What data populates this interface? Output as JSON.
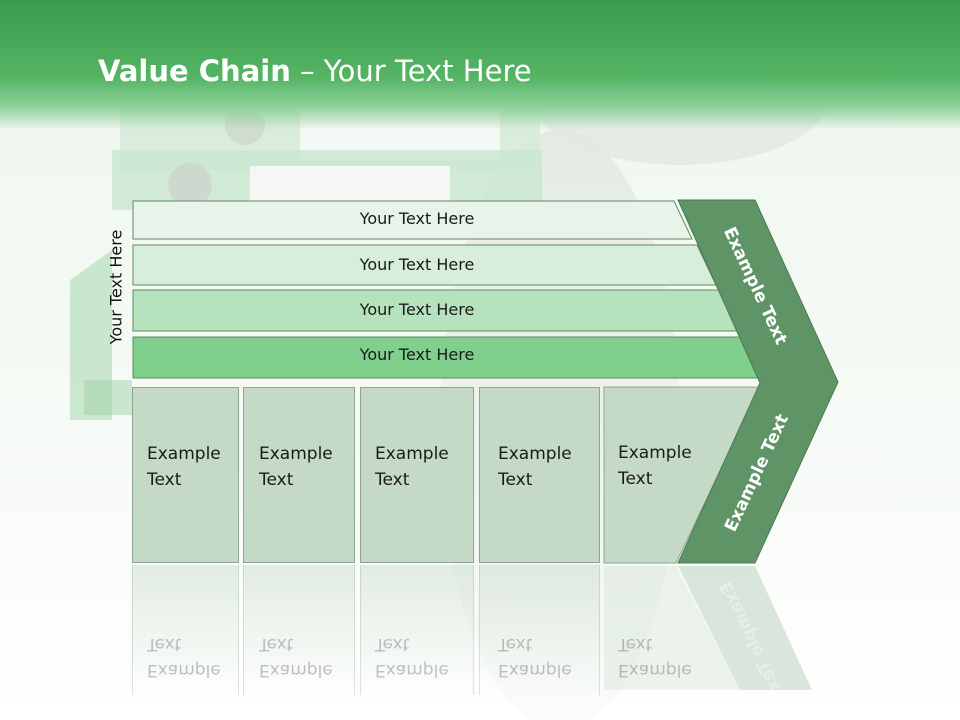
{
  "title": {
    "bold": "Value Chain",
    "rest": " – Your Text Here"
  },
  "vertical_label": "Your Text Here",
  "rows": [
    {
      "label": "Your Text Here",
      "color": "#e8f4ea"
    },
    {
      "label": "Your Text Here",
      "color": "#d6eedb"
    },
    {
      "label": "Your Text Here",
      "color": "#b6e3be"
    },
    {
      "label": "Your Text Here",
      "color": "#80cf8c"
    }
  ],
  "boxes": [
    {
      "line1": "Example",
      "line2": "Text"
    },
    {
      "line1": "Example",
      "line2": "Text"
    },
    {
      "line1": "Example",
      "line2": "Text"
    },
    {
      "line1": "Example",
      "line2": "Text"
    },
    {
      "line1": "Example",
      "line2": "Text"
    }
  ],
  "chevron": {
    "upper_label": "Example Text",
    "lower_label": "Example Text",
    "color": "#5f9466"
  }
}
